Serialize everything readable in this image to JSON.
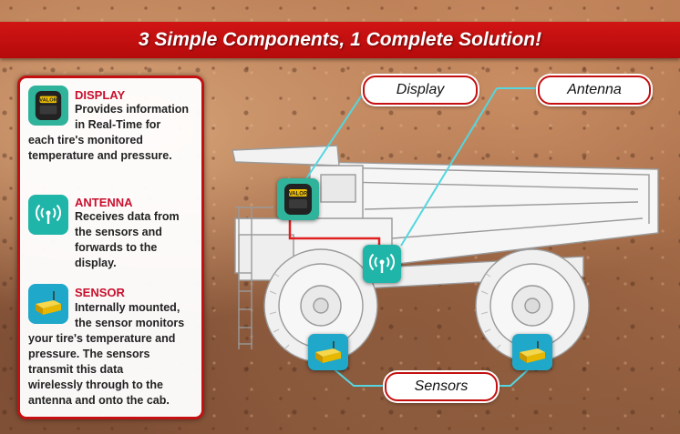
{
  "banner": {
    "title": "3 Simple Components, 1 Complete Solution!"
  },
  "components": [
    {
      "icon": "display-device-icon",
      "title": "DISPLAY",
      "lines": [
        "Provides information",
        "in Real-Time for",
        "each tire's monitored",
        "temperature and pressure."
      ],
      "device_brand": "VALOR"
    },
    {
      "icon": "antenna-signal-icon",
      "title": "ANTENNA",
      "lines": [
        "Receives data from",
        "the sensors and",
        "forwards to the display."
      ]
    },
    {
      "icon": "sensor-block-icon",
      "title": "SENSOR",
      "lines": [
        "Internally mounted,",
        "the sensor monitors",
        "your tire's temperature and",
        "pressure.  The sensors",
        "transmit this data",
        "wirelessly through to the",
        "antenna and onto the cab."
      ]
    }
  ],
  "callouts": {
    "display": "Display",
    "antenna": "Antenna",
    "sensors": "Sensors"
  },
  "colors": {
    "brand_red": "#c8102e",
    "teal": "#1fb5a8",
    "connector_cyan": "#55d6e0",
    "sensor_yellow": "#e8b800"
  }
}
